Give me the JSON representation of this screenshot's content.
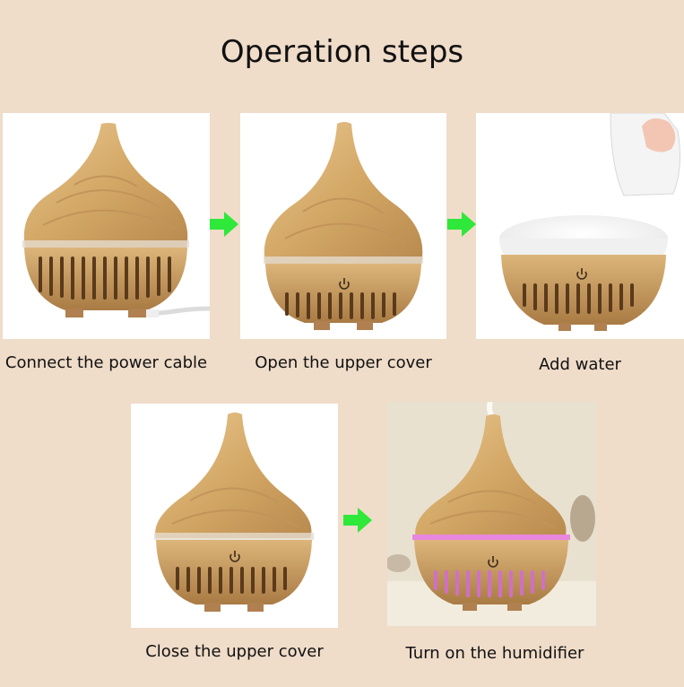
{
  "title": "Operation steps",
  "steps": [
    {
      "caption": "Connect the power cable"
    },
    {
      "caption": "Open the upper cover"
    },
    {
      "caption": "Add water"
    },
    {
      "caption": "Close the upper cover"
    },
    {
      "caption": "Turn on the humidifier"
    }
  ],
  "colors": {
    "background": "#efdcc9",
    "wood": "#d9b277",
    "arrow": "#2ee83a",
    "light_ring": "#e986e0"
  },
  "icons": [
    "power-icon",
    "arrow-right-icon"
  ]
}
